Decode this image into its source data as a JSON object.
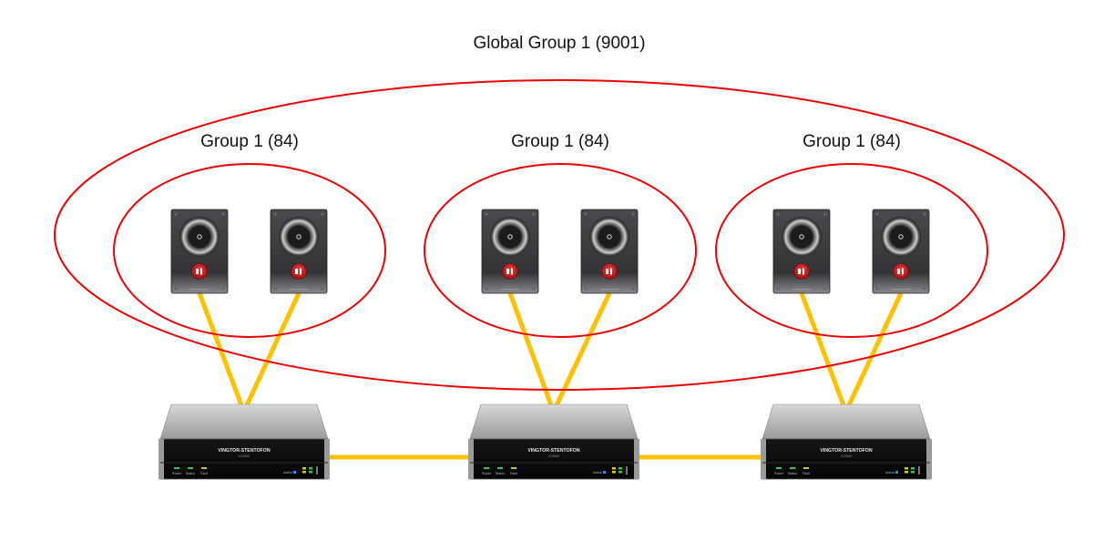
{
  "diagram": {
    "global_group": {
      "label": "Global Group 1 (9001)",
      "outline_color": "#ee0000"
    },
    "groups": [
      {
        "label": "Group 1 (84)",
        "stations": 2
      },
      {
        "label": "Group 1 (84)",
        "stations": 2
      },
      {
        "label": "Group 1 (84)",
        "stations": 2
      }
    ],
    "servers": [
      {
        "brand": "VINGTOR-STENTOFON",
        "model": "ICX500",
        "leds": [
          "Power",
          "Status",
          "Fault"
        ],
        "port_label": "Active"
      },
      {
        "brand": "VINGTOR-STENTOFON",
        "model": "ICX500",
        "leds": [
          "Power",
          "Status",
          "Fault"
        ],
        "port_label": "Active"
      },
      {
        "brand": "VINGTOR-STENTOFON",
        "model": "ICX500",
        "leds": [
          "Power",
          "Status",
          "Fault"
        ],
        "port_label": "Active"
      }
    ],
    "link_color": "#ffc000",
    "led_colors": {
      "power": "#2ecc40",
      "status": "#2ecc40",
      "fault": "#c8c830",
      "active": "#1e90ff"
    }
  }
}
